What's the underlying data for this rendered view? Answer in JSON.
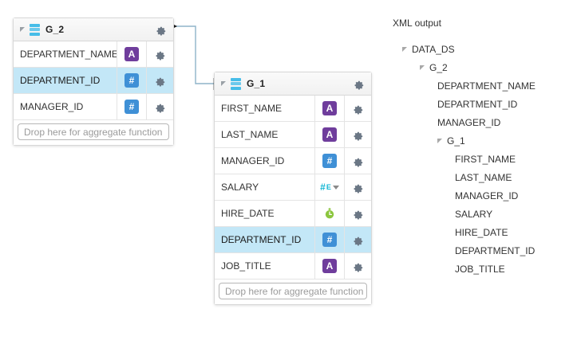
{
  "groups": [
    {
      "id": "g2",
      "title": "G_2",
      "icon": "datasource-stack-icon",
      "expanded": true,
      "header_gear": "gear-icon",
      "dropzone_placeholder": "Drop here for aggregate function",
      "fields": [
        {
          "name": "DEPARTMENT_NAME",
          "type": "text",
          "badge": "A",
          "selected": false
        },
        {
          "name": "DEPARTMENT_ID",
          "type": "number",
          "badge": "#",
          "selected": true
        },
        {
          "name": "MANAGER_ID",
          "type": "number",
          "badge": "#",
          "selected": false
        }
      ]
    },
    {
      "id": "g1",
      "title": "G_1",
      "icon": "datasource-stack-icon",
      "expanded": true,
      "header_gear": "gear-icon",
      "dropzone_placeholder": "Drop here for aggregate function",
      "fields": [
        {
          "name": "FIRST_NAME",
          "type": "text",
          "badge": "A",
          "selected": false
        },
        {
          "name": "LAST_NAME",
          "type": "text",
          "badge": "A",
          "selected": false
        },
        {
          "name": "MANAGER_ID",
          "type": "number",
          "badge": "#",
          "selected": false
        },
        {
          "name": "SALARY",
          "type": "aggregate",
          "badge": "#E",
          "selected": false
        },
        {
          "name": "HIRE_DATE",
          "type": "date",
          "badge": "",
          "selected": false
        },
        {
          "name": "DEPARTMENT_ID",
          "type": "number",
          "badge": "#",
          "selected": true
        },
        {
          "name": "JOB_TITLE",
          "type": "text",
          "badge": "A",
          "selected": false
        }
      ]
    }
  ],
  "xml_output": {
    "caption": "XML output",
    "nodes": [
      {
        "label": "DATA_DS",
        "depth": 0,
        "expandable": true
      },
      {
        "label": "G_2",
        "depth": 1,
        "expandable": true
      },
      {
        "label": "DEPARTMENT_NAME",
        "depth": 2,
        "expandable": false
      },
      {
        "label": "DEPARTMENT_ID",
        "depth": 2,
        "expandable": false
      },
      {
        "label": "MANAGER_ID",
        "depth": 2,
        "expandable": false
      },
      {
        "label": "G_1",
        "depth": 2,
        "expandable": true
      },
      {
        "label": "FIRST_NAME",
        "depth": 3,
        "expandable": false
      },
      {
        "label": "LAST_NAME",
        "depth": 3,
        "expandable": false
      },
      {
        "label": "MANAGER_ID",
        "depth": 3,
        "expandable": false
      },
      {
        "label": "SALARY",
        "depth": 3,
        "expandable": false
      },
      {
        "label": "HIRE_DATE",
        "depth": 3,
        "expandable": false
      },
      {
        "label": "DEPARTMENT_ID",
        "depth": 3,
        "expandable": false
      },
      {
        "label": "JOB_TITLE",
        "depth": 3,
        "expandable": false
      }
    ]
  },
  "colors": {
    "text_badge": "#6f3d9c",
    "number_badge": "#3f90d6",
    "aggregate_badge": "#12b6d4",
    "date_badge": "#8cc63f",
    "selected_row": "#c3e7f7",
    "group_icon": "#47bde8",
    "connector": "#8fb4c9"
  }
}
